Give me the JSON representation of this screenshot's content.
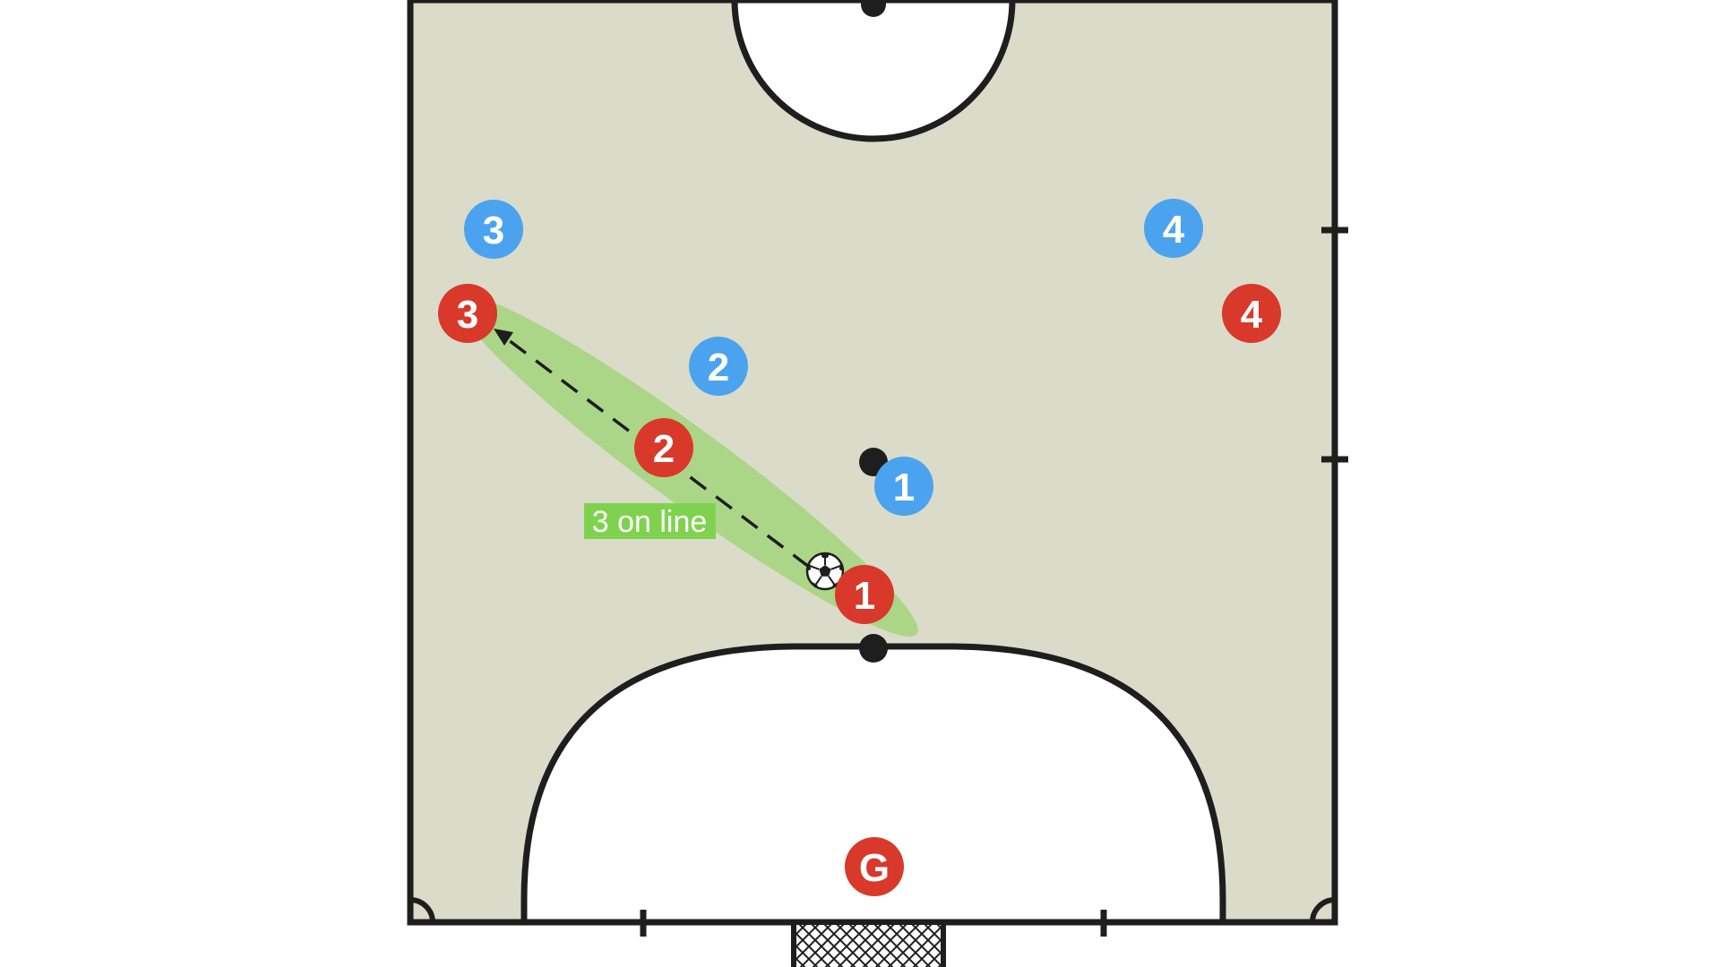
{
  "colors": {
    "court_fill": "#dbdbc9",
    "line": "#1e1e1e",
    "area_fill": "#ffffff",
    "team_red": "#d8392a",
    "team_blue": "#4ba3ef",
    "zone_fill": "#8fd35f",
    "note_bg": "#7fd24e"
  },
  "players": {
    "red": [
      {
        "label": "1",
        "role": "ball-carrier"
      },
      {
        "label": "2"
      },
      {
        "label": "3"
      },
      {
        "label": "4"
      },
      {
        "label": "G",
        "role": "goalkeeper"
      }
    ],
    "blue": [
      {
        "label": "1"
      },
      {
        "label": "2"
      },
      {
        "label": "3"
      },
      {
        "label": "4"
      }
    ]
  },
  "annotation": {
    "label": "3 on line"
  },
  "icons": {
    "ball": "soccer-ball-icon",
    "pass": "dashed-arrow-icon",
    "goal": "goal-net-icon"
  }
}
